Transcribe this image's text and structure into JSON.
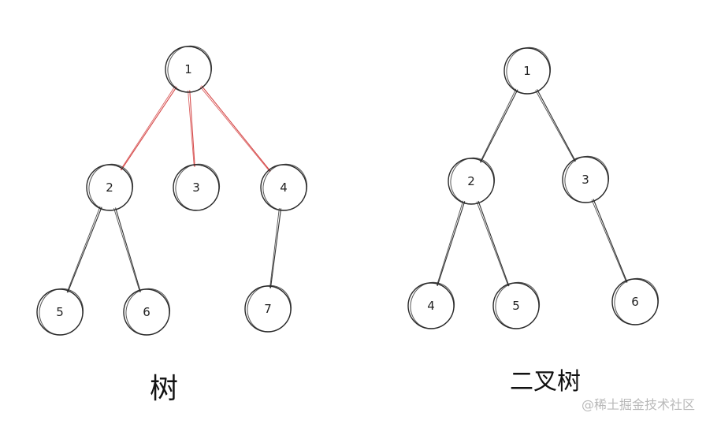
{
  "tree": {
    "caption": "树",
    "nodes": [
      {
        "id": "t1",
        "label": "1"
      },
      {
        "id": "t2",
        "label": "2"
      },
      {
        "id": "t3",
        "label": "3"
      },
      {
        "id": "t4",
        "label": "4"
      },
      {
        "id": "t5",
        "label": "5"
      },
      {
        "id": "t6",
        "label": "6"
      },
      {
        "id": "t7",
        "label": "7"
      }
    ],
    "edges": [
      {
        "from": "t1",
        "to": "t2",
        "color": "#d64a4a"
      },
      {
        "from": "t1",
        "to": "t3",
        "color": "#d64a4a"
      },
      {
        "from": "t1",
        "to": "t4",
        "color": "#d64a4a"
      },
      {
        "from": "t2",
        "to": "t5",
        "color": "#333333"
      },
      {
        "from": "t2",
        "to": "t6",
        "color": "#333333"
      },
      {
        "from": "t4",
        "to": "t7",
        "color": "#333333"
      }
    ]
  },
  "binary_tree": {
    "caption": "二叉树",
    "nodes": [
      {
        "id": "b1",
        "label": "1"
      },
      {
        "id": "b2",
        "label": "2"
      },
      {
        "id": "b3",
        "label": "3"
      },
      {
        "id": "b4",
        "label": "4"
      },
      {
        "id": "b5",
        "label": "5"
      },
      {
        "id": "b6",
        "label": "6"
      }
    ],
    "edges": [
      {
        "from": "b1",
        "to": "b2",
        "color": "#333333"
      },
      {
        "from": "b1",
        "to": "b3",
        "color": "#333333"
      },
      {
        "from": "b2",
        "to": "b4",
        "color": "#333333"
      },
      {
        "from": "b2",
        "to": "b5",
        "color": "#333333"
      },
      {
        "from": "b3",
        "to": "b6",
        "color": "#333333"
      }
    ]
  },
  "watermark": "@稀土掘金技术社区",
  "colors": {
    "node_stroke": "#2a2a2a",
    "highlight_edge": "#d64a4a",
    "edge": "#333333"
  }
}
